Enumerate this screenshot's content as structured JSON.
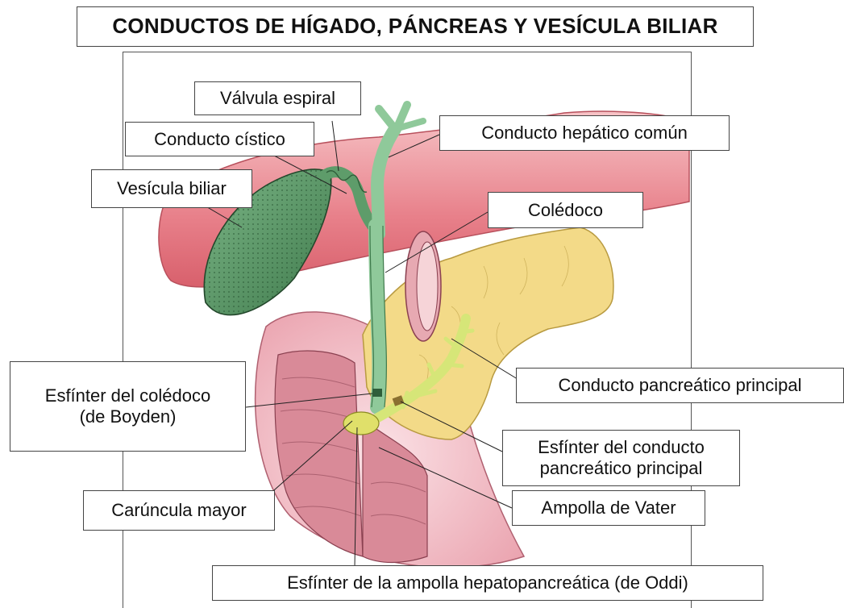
{
  "title": "CONDUCTOS DE HÍGADO, PÁNCREAS Y VESÍCULA BILIAR",
  "labels": {
    "valvula_espiral": "Válvula espiral",
    "conducto_cistico": "Conducto cístico",
    "conducto_hepatico_comun": "Conducto hepático común",
    "vesicula_biliar": "Vesícula biliar",
    "coledoco": "Colédoco",
    "esfinter_coledoco": "Esfínter del colédoco\n(de Boyden)",
    "conducto_pancreatico_principal": "Conducto pancreático principal",
    "esfinter_conducto_pancreatico": "Esfínter del conducto\npancreático principal",
    "caruncula_mayor": "Carúncula mayor",
    "ampolla_vater": "Ampolla de Vater",
    "esfinter_oddi": "Esfínter de la ampolla hepatopancreática (de Oddi)"
  },
  "colors": {
    "liver": "#e8808a",
    "gallbladder": "#5e9c6a",
    "duct": "#8fc99a",
    "pancreas": "#f5dc8c",
    "duodenum": "#f2b8c0",
    "pancreatic_duct": "#d8e878"
  }
}
